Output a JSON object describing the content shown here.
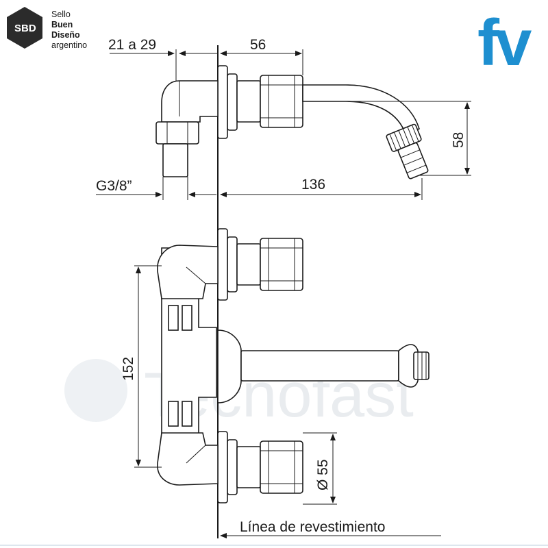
{
  "badge": {
    "abbr": "SBD",
    "line1": "Sello",
    "line2": "Buen",
    "line3": "Diseño",
    "line4": "argentino"
  },
  "brand": {
    "logo": "fv",
    "color": "#1e8fd0"
  },
  "watermark": {
    "text": "Tecnofast"
  },
  "dimensions": {
    "inlet_range": "21 a 29",
    "wall_to_valve": "56",
    "spout_drop": "58",
    "thread": "G3/8”",
    "spout_reach": "136",
    "centers": "152",
    "handle_diameter": "Ø 55"
  },
  "footer": {
    "label": "Línea de revestimiento"
  },
  "colors": {
    "line": "#1a1a1a",
    "watermark": "#e9ecef",
    "badge": "#2b2b2b"
  }
}
